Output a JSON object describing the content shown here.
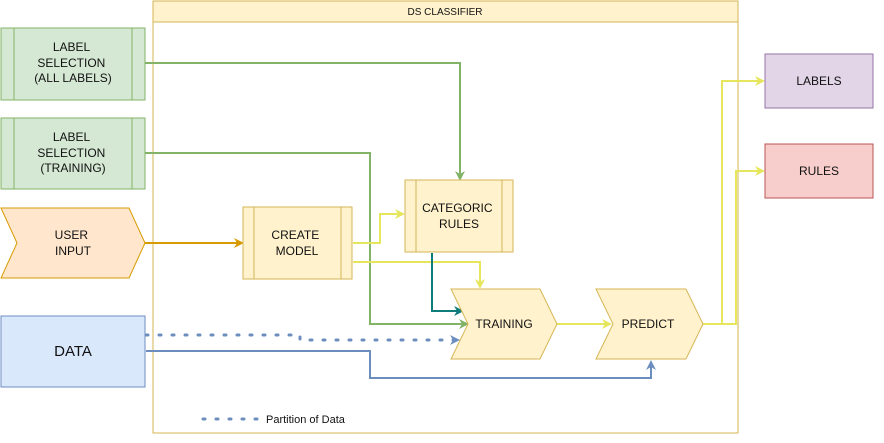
{
  "container": {
    "title": "DS CLASSIFIER"
  },
  "nodes": {
    "label_all": {
      "lines": [
        "LABEL",
        "SELECTION",
        "(ALL LABELS)"
      ]
    },
    "label_training": {
      "lines": [
        "LABEL",
        "SELECTION",
        "(TRAINING)"
      ]
    },
    "user_input": {
      "lines": [
        "USER",
        "INPUT"
      ]
    },
    "data": {
      "lines": [
        "DATA"
      ]
    },
    "create_model": {
      "lines": [
        "CREATE",
        "MODEL"
      ]
    },
    "categoric_rules": {
      "lines": [
        "CATEGORIC",
        "RULES"
      ]
    },
    "training": {
      "lines": [
        "TRAINING"
      ]
    },
    "predict": {
      "lines": [
        "PREDICT"
      ]
    },
    "labels": {
      "lines": [
        "LABELS"
      ]
    },
    "rules": {
      "lines": [
        "RULES"
      ]
    }
  },
  "legend": {
    "partition_label": "Partition of Data"
  },
  "colors": {
    "container_fill": "#fff2cc",
    "container_stroke": "#d6b656",
    "green_fill": "#d5e8d4",
    "green_stroke": "#82b366",
    "orange_fill": "#ffe6cc",
    "orange_stroke": "#d79b00",
    "blue_fill": "#dae8fc",
    "blue_stroke": "#6c8ebf",
    "yellow_fill": "#fff2cc",
    "yellow_stroke": "#d6b656",
    "purple_fill": "#e1d5e7",
    "purple_stroke": "#9673a6",
    "red_fill": "#f8cecc",
    "red_stroke": "#b85450",
    "edge_green": "#82b366",
    "edge_orange": "#d79b00",
    "edge_blue": "#6c8ebf",
    "edge_yellow": "#e6e65c",
    "edge_teal": "#0e7c7b"
  }
}
